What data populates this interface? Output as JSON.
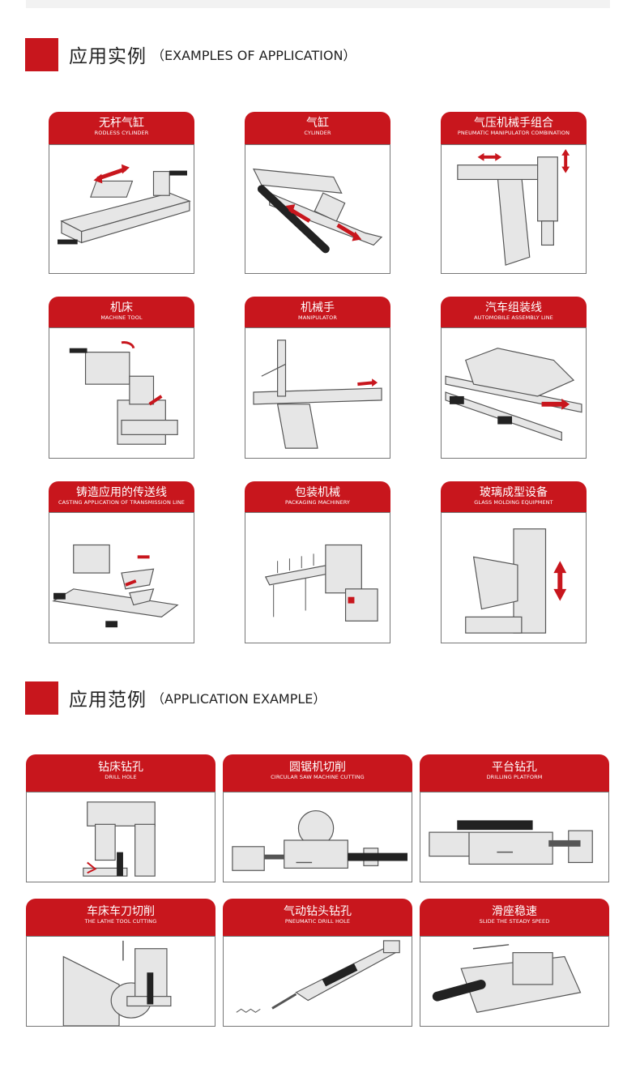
{
  "colors": {
    "accent": "#c8161d",
    "line": "#555555",
    "fill": "#e6e6e6"
  },
  "section1": {
    "title": "应用实例",
    "subtitle": "（EXAMPLES OF APPLICATION）"
  },
  "section2": {
    "title": "应用范例",
    "subtitle": "（APPLICATION EXAMPLE）"
  },
  "examples": [
    {
      "cn": "无杆气缸",
      "en": "RODLESS CYLINDER",
      "icon": "rodless-cylinder-illustration"
    },
    {
      "cn": "气缸",
      "en": "CYLINDER",
      "icon": "cylinder-illustration"
    },
    {
      "cn": "气压机械手组合",
      "en": "PNEUMATIC MANIPULATOR COMBINATION",
      "icon": "pneumatic-manipulator-illustration"
    },
    {
      "cn": "机床",
      "en": "MACHINE TOOL",
      "icon": "machine-tool-illustration"
    },
    {
      "cn": "机械手",
      "en": "MANIPULATOR",
      "icon": "manipulator-illustration"
    },
    {
      "cn": "汽车组装线",
      "en": "AUTOMOBILE ASSEMBLY LINE",
      "icon": "automobile-assembly-illustration"
    },
    {
      "cn": "铸造应用的传送线",
      "en": "CASTING APPLICATION OF TRANSMISSION LINE",
      "icon": "casting-line-illustration"
    },
    {
      "cn": "包装机械",
      "en": "PACKAGING MACHINERY",
      "icon": "packaging-machinery-illustration"
    },
    {
      "cn": "玻璃成型设备",
      "en": "GLASS MOLDING EQUIPMENT",
      "icon": "glass-molding-illustration"
    }
  ],
  "applications": [
    {
      "cn": "钻床钻孔",
      "en": "DRILL HOLE",
      "icon": "drill-press-illustration"
    },
    {
      "cn": "圆锯机切削",
      "en": "CIRCULAR SAW MACHINE CUTTING",
      "icon": "circular-saw-illustration"
    },
    {
      "cn": "平台钻孔",
      "en": "DRILLING PLATFORM",
      "icon": "drilling-platform-illustration"
    },
    {
      "cn": "车床车刀切削",
      "en": "THE LATHE TOOL CUTTING",
      "icon": "lathe-tool-illustration"
    },
    {
      "cn": "气动钻头钻孔",
      "en": "PNEUMATIC DRILL HOLE",
      "icon": "pneumatic-drill-illustration"
    },
    {
      "cn": "滑座稳速",
      "en": "SLIDE THE STEADY SPEED",
      "icon": "slide-steady-illustration"
    }
  ]
}
